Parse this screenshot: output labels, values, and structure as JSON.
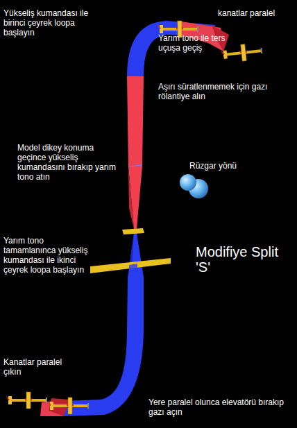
{
  "diagram": {
    "title": "Modifiye Split 'S'",
    "labels": [
      "Yükseliş kumandası ile birinci çeyrek loopa başlayın",
      "kanatlar paralel",
      "Yarım tono ile ters uçuşa geçiş",
      "Aşırı süratlenmemek için gazı rölantiye alın",
      "Model dikey konuma geçince yükseliş kumandasını bırakıp yarım tono atın",
      "Rüzgar yönü",
      "Yarım tono tamamlanınca yükseliş kumandası ile ikinci çeyrek loopa başlayın",
      "Kanatlar paralel çıkın",
      "Yere paralel olunca elevatörü bırakıp gazı açın"
    ]
  }
}
